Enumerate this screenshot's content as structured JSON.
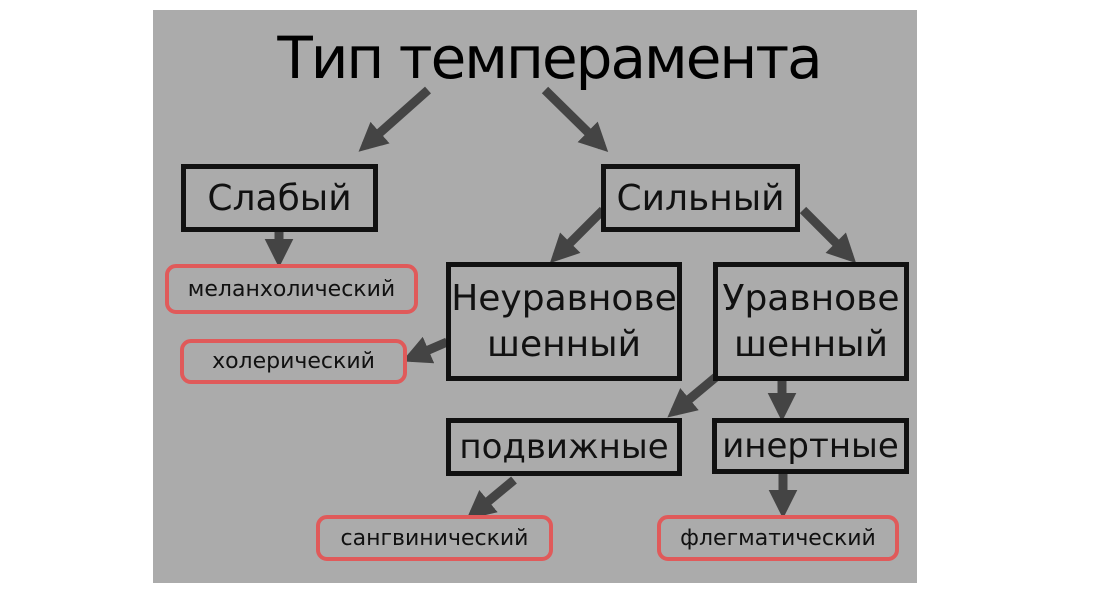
{
  "diagram": {
    "title": "Тип темперамента",
    "weak": "Слабый",
    "strong": "Сильный",
    "unbalanced": [
      "Неуравнове",
      "шенный"
    ],
    "balanced": [
      "Уравнове",
      "шенный"
    ],
    "mobile": "подвижные",
    "inert": "инертные",
    "melancholic": "меланхолический",
    "choleric": "холерический",
    "sanguine": "сангвинический",
    "phlegmatic": "флегматический"
  },
  "colors": {
    "background": "#ababab",
    "box_border": "#111111",
    "outcome_border": "#e05a5a",
    "arrow": "#444444"
  }
}
